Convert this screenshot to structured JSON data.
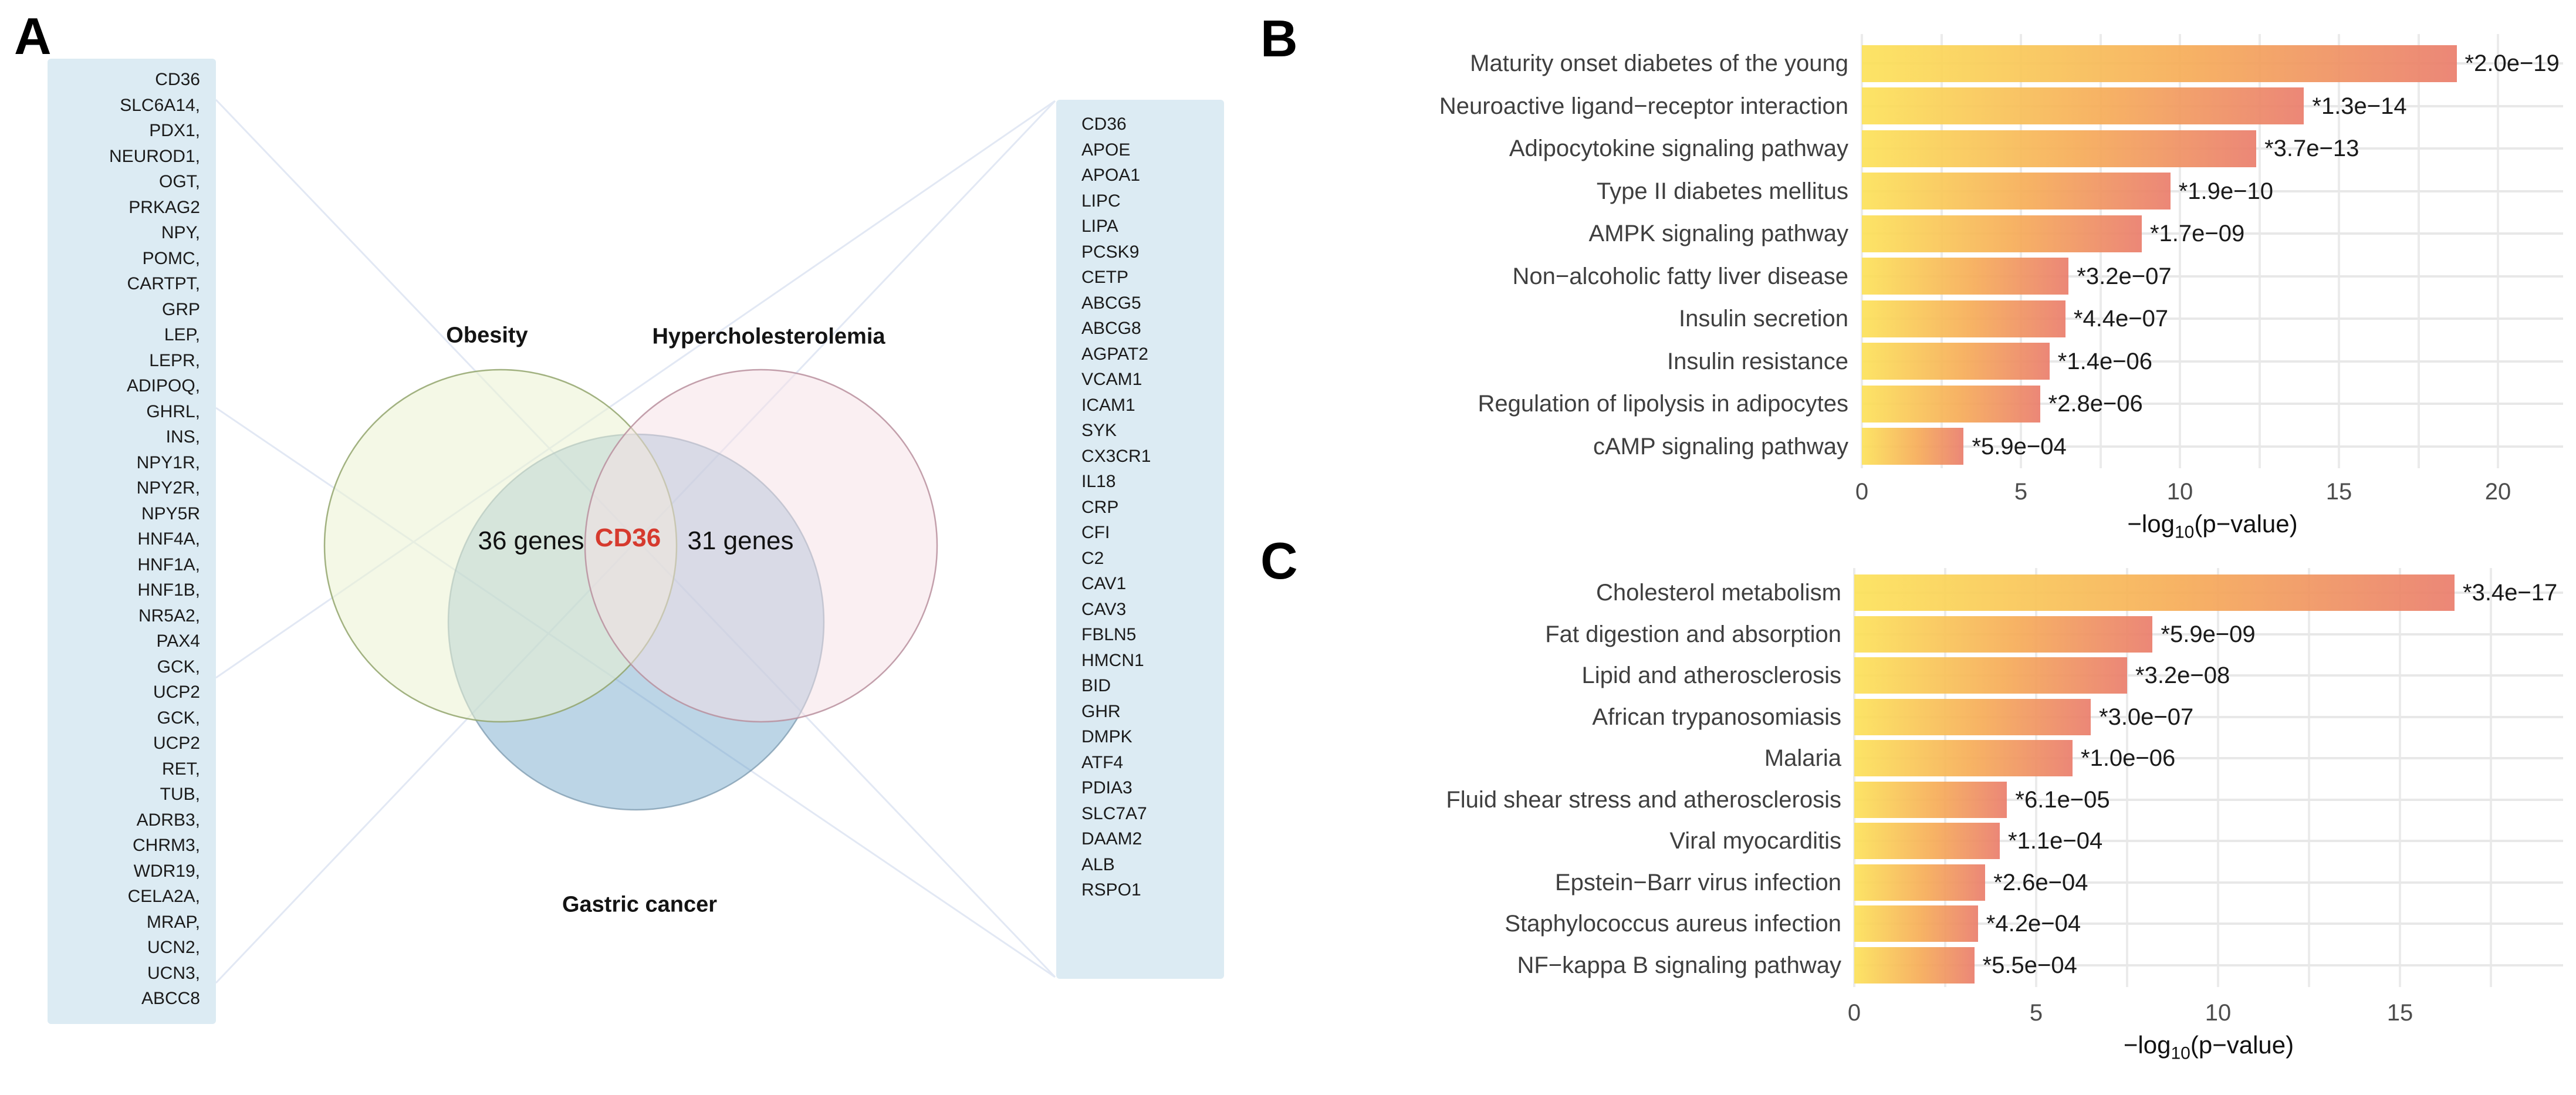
{
  "figure": {
    "panel_a": {
      "letter": "A",
      "left_gene_box": [
        "CD36",
        "SLC6A14,",
        "PDX1,",
        "NEUROD1,",
        "OGT,",
        "PRKAG2",
        "NPY,",
        "POMC,",
        "CARTPT,",
        "GRP",
        "LEP,",
        "LEPR,",
        "ADIPOQ,",
        "GHRL,",
        "INS,",
        "NPY1R,",
        "NPY2R,",
        "NPY5R",
        "HNF4A,",
        "HNF1A,",
        "HNF1B,",
        "NR5A2,",
        "PAX4",
        "GCK,",
        "UCP2",
        "GCK,",
        "UCP2",
        "RET,",
        "TUB,",
        "ADRB3,",
        "CHRM3,",
        "WDR19,",
        "CELA2A,",
        "MRAP,",
        "UCN2,",
        "UCN3,",
        "ABCC8"
      ],
      "right_gene_box": [
        "CD36",
        "APOE",
        "APOA1",
        "LIPC",
        "LIPA",
        "PCSK9",
        "CETP",
        "ABCG5",
        "ABCG8",
        "AGPAT2",
        "VCAM1",
        "ICAM1",
        "SYK",
        "CX3CR1",
        "IL18",
        "CRP",
        "CFI",
        "C2",
        "CAV1",
        "CAV3",
        "FBLN5",
        "HMCN1",
        "BID",
        "GHR",
        "DMPK",
        "ATF4",
        "PDIA3",
        "SLC7A7",
        "DAAM2",
        "ALB",
        "RSPO1"
      ],
      "venn": {
        "set_obesity": "Obesity",
        "set_hypercholesterolemia": "Hypercholesterolemia",
        "set_gastric_cancer": "Gastric cancer",
        "left_count": "36 genes",
        "center_gene": "CD36",
        "right_count": "31 genes",
        "colors": {
          "obesity_fill": "#ebf2d1",
          "obesity_stroke": "#92a46c",
          "hypercholesterolemia_fill": "#f5dfe5",
          "hypercholesterolemia_stroke": "#b98f9e",
          "gastric_fill": "#6aa1c8",
          "gastric_stroke": "#7593a8",
          "center_gene_color": "#d63a2e",
          "gene_box_fill": "#dcebf3",
          "callout_line_color": "#e2e8f4"
        }
      }
    },
    "panel_b": {
      "letter": "B"
    },
    "panel_c": {
      "letter": "C"
    }
  },
  "chart_data": [
    {
      "type": "bar",
      "panel": "B",
      "title": "",
      "categories": [
        "Maturity onset diabetes of the young",
        "Neuroactive ligand−receptor interaction",
        "Adipocytokine signaling pathway",
        "Type II diabetes mellitus",
        "AMPK signaling pathway",
        "Non−alcoholic fatty liver disease",
        "Insulin secretion",
        "Insulin resistance",
        "Regulation of lipolysis in adipocytes",
        "cAMP signaling pathway"
      ],
      "values": [
        18.7,
        13.9,
        12.4,
        9.7,
        8.8,
        6.5,
        6.4,
        5.9,
        5.6,
        3.2
      ],
      "annotations": [
        "*2.0e−19",
        "*1.3e−14",
        "*3.7e−13",
        "*1.9e−10",
        "*1.7e−09",
        "*3.2e−07",
        "*4.4e−07",
        "*1.4e−06",
        "*2.8e−06",
        "*5.9e−04"
      ],
      "xlabel": "−log10(p−value)",
      "xlabel_prefix": "−log",
      "xlabel_sub": "10",
      "xlabel_suffix": "(p−value)",
      "ylabel": "",
      "xlim": [
        0,
        22
      ],
      "ticks": [
        0,
        5,
        10,
        15,
        20
      ],
      "minor_ticks": [
        2.5,
        7.5,
        12.5,
        17.5
      ],
      "grid": "on",
      "legend": "none",
      "bar_gradient": [
        "#fce25a",
        "#f6ac59",
        "#ea7e6d"
      ]
    },
    {
      "type": "bar",
      "panel": "C",
      "title": "",
      "categories": [
        "Cholesterol metabolism",
        "Fat digestion and absorption",
        "Lipid and atherosclerosis",
        "African trypanosomiasis",
        "Malaria",
        "Fluid shear stress and atherosclerosis",
        "Viral myocarditis",
        "Epstein−Barr virus infection",
        "Staphylococcus aureus infection",
        "NF−kappa B signaling pathway"
      ],
      "values": [
        16.5,
        8.2,
        7.5,
        6.5,
        6.0,
        4.2,
        4.0,
        3.6,
        3.4,
        3.3
      ],
      "annotations": [
        "*3.4e−17",
        "*5.9e−09",
        "*3.2e−08",
        "*3.0e−07",
        "*1.0e−06",
        "*6.1e−05",
        "*1.1e−04",
        "*2.6e−04",
        "*4.2e−04",
        "*5.5e−04"
      ],
      "xlabel": "−log10(p−value)",
      "xlabel_prefix": "−log",
      "xlabel_sub": "10",
      "xlabel_suffix": "(p−value)",
      "ylabel": "",
      "xlim": [
        0,
        19.5
      ],
      "ticks": [
        0,
        5,
        10,
        15
      ],
      "minor_ticks": [
        2.5,
        7.5,
        12.5,
        17.5
      ],
      "grid": "on",
      "legend": "none",
      "bar_gradient": [
        "#fce25a",
        "#f6ac59",
        "#ea7e6d"
      ]
    }
  ]
}
